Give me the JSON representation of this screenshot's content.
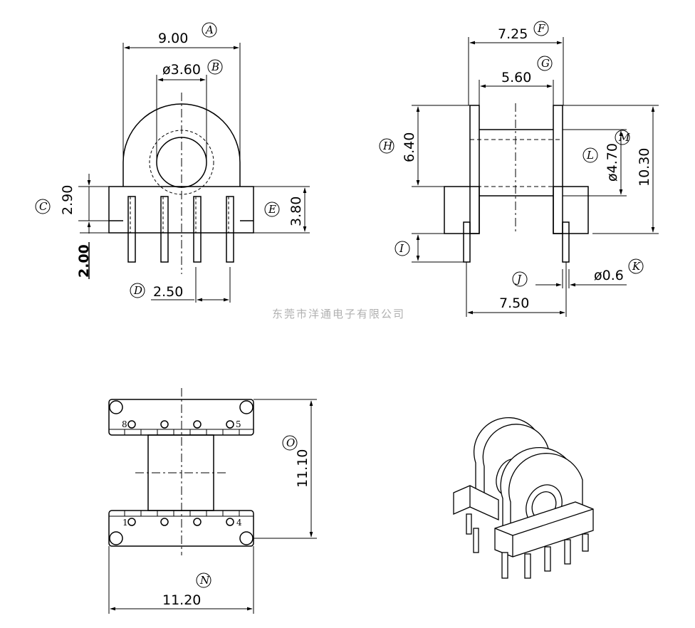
{
  "watermark": "东莞市洋通电子有限公司",
  "front_view": {
    "dim_A": {
      "value": "9.00",
      "label": "A"
    },
    "dim_B": {
      "value": "ø3.60",
      "label": "B"
    },
    "dim_C": {
      "value": "2.90",
      "label": "C"
    },
    "dim_D": {
      "value": "2.50",
      "label": "D"
    },
    "dim_E": {
      "value": "3.80",
      "label": "E"
    },
    "dim_pin": {
      "value": "2.00"
    }
  },
  "side_view": {
    "dim_F": {
      "value": "7.25",
      "label": "F"
    },
    "dim_G": {
      "value": "5.60",
      "label": "G"
    },
    "dim_H": {
      "value": "6.40",
      "label": "H"
    },
    "dim_I": {
      "value": "",
      "label": "I"
    },
    "dim_J": {
      "value": "7.50",
      "label": "J"
    },
    "dim_K": {
      "value": "ø0.6",
      "label": "K"
    },
    "dim_L": {
      "value": "ø4.70",
      "label": "L"
    },
    "dim_M": {
      "value": "10.30",
      "label": "M"
    }
  },
  "bottom_view": {
    "dim_N": {
      "value": "11.20",
      "label": "N"
    },
    "dim_O": {
      "value": "11.10",
      "label": "O"
    },
    "pins_top": {
      "left": "8",
      "right": "5"
    },
    "pins_bottom": {
      "left": "1",
      "right": "4"
    }
  },
  "colors": {
    "line": "#000000",
    "watermark": "#b0b0b0"
  }
}
